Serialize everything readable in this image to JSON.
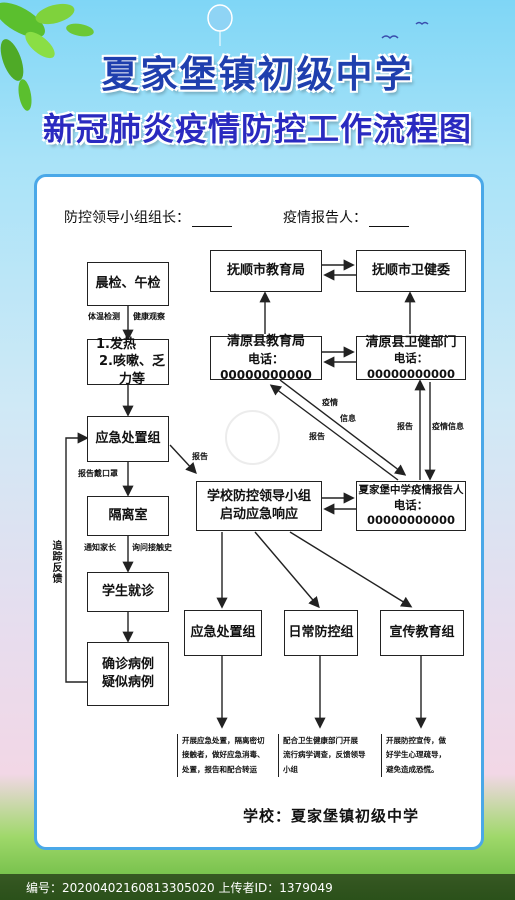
{
  "header": {
    "title": "夏家堡镇初级中学",
    "subtitle": "新冠肺炎疫情防控工作流程图"
  },
  "roles": {
    "leader_label": "防控领导小组组长：",
    "reporter_label": "疫情报告人："
  },
  "boxes": {
    "check": "晨检、午检",
    "symptoms_1": "1.发热",
    "symptoms_2": "2.咳嗽、乏力等",
    "emergency_group": "应急处置组",
    "isolation": "隔离室",
    "hospital": "学生就诊",
    "confirmed_1": "确诊病例",
    "confirmed_2": "疑似病例",
    "fushun_edu": "抚顺市教育局",
    "fushun_health": "抚顺市卫健委",
    "qingyuan_edu": "清原县教育局",
    "qingyuan_edu_phone": "电话：00000000000",
    "qingyuan_health": "清原县卫健部门",
    "qingyuan_health_phone": "电话：00000000000",
    "school_leader_1": "学校防控领导小组",
    "school_leader_2": "启动应急响应",
    "school_reporter_1": "夏家堡中学疫情报告人",
    "school_reporter_2": "电话：00000000000",
    "sub_emergency": "应急处置组",
    "sub_daily": "日常防控组",
    "sub_publicity": "宣传教育组"
  },
  "labels": {
    "temp_check": "体温检测",
    "health_observe": "健康观察",
    "report_mask": "报告戴口罩",
    "notify_parents": "通知家长",
    "ask_history": "询问接触史",
    "report": "报告",
    "trace_feedback": "追踪反馈",
    "epidemic": "疫情",
    "info": "信息",
    "report2": "报告",
    "report3": "报告",
    "epidemic_info": "疫情信息"
  },
  "descriptions": {
    "emergency": [
      "开展应急处置，隔离密切",
      "接触者，做好应急消毒、",
      "处置，报告和配合转运"
    ],
    "daily": [
      "配合卫生健康部门开展",
      "流行病学调查，反馈领导",
      "小组"
    ],
    "publicity": [
      "开展防控宣传，做",
      "好学生心理疏导，",
      "避免造成恐慌。"
    ]
  },
  "school_footer": "学校：夏家堡镇初级中学",
  "footer": {
    "text": "编号：20200402160813305020 上传者ID：1379049"
  },
  "colors": {
    "title": "#1f3fae",
    "panel_border": "#4aa8e8"
  }
}
